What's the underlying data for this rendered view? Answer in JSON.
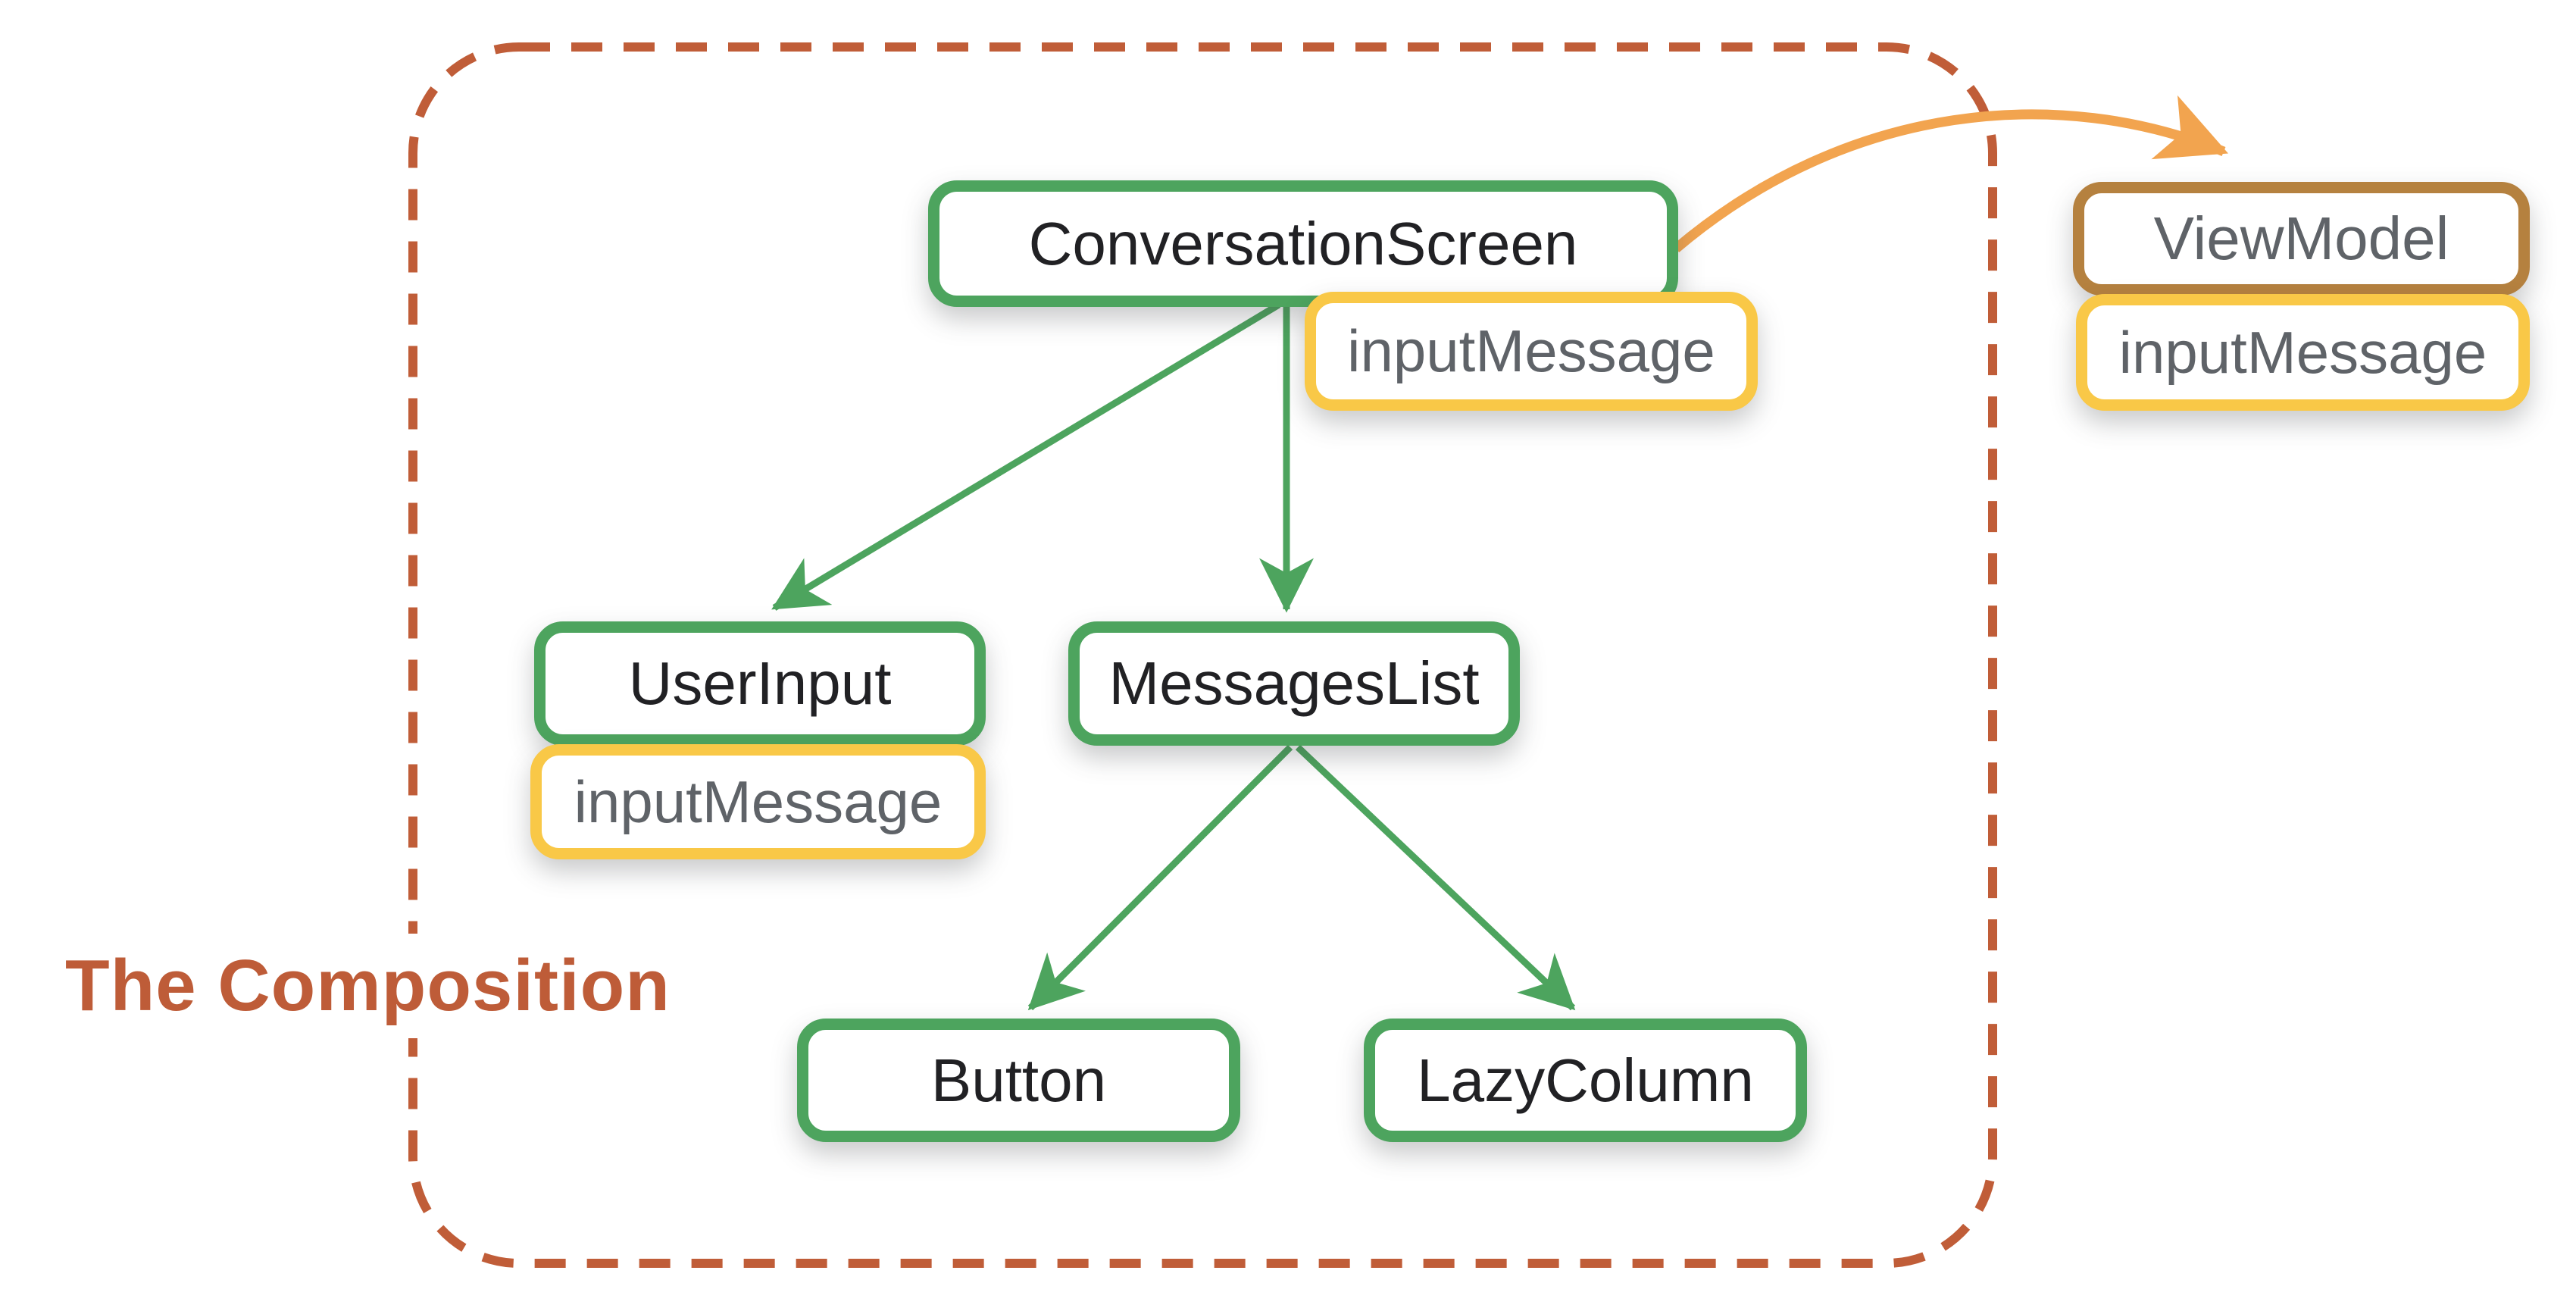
{
  "title": "The Composition",
  "colors": {
    "composable-border": "#4DA45E",
    "state-border": "#F9C847",
    "viewmodel-border": "#B5813F",
    "arrow-green": "#4DA45E",
    "arrow-orange": "#F2A44F",
    "boundary": "#C05D38",
    "label-text": "#BE5C38",
    "node-text": "#212124",
    "state-text": "#5F6368"
  },
  "nodes": {
    "conversationScreen": {
      "label": "ConversationScreen",
      "type": "composable"
    },
    "conversationScreenState": {
      "label": "inputMessage",
      "type": "state"
    },
    "userInput": {
      "label": "UserInput",
      "type": "composable"
    },
    "userInputState": {
      "label": "inputMessage",
      "type": "state"
    },
    "messagesList": {
      "label": "MessagesList",
      "type": "composable"
    },
    "button": {
      "label": "Button",
      "type": "composable"
    },
    "lazyColumn": {
      "label": "LazyColumn",
      "type": "composable"
    },
    "viewModel": {
      "label": "ViewModel",
      "type": "viewmodel"
    },
    "viewModelState": {
      "label": "inputMessage",
      "type": "state"
    }
  },
  "edges": [
    {
      "from": "conversationScreen",
      "to": "userInput",
      "style": "green-arrow"
    },
    {
      "from": "conversationScreen",
      "to": "messagesList",
      "style": "green-arrow"
    },
    {
      "from": "messagesList",
      "to": "button",
      "style": "green-arrow"
    },
    {
      "from": "messagesList",
      "to": "lazyColumn",
      "style": "green-arrow"
    },
    {
      "from": "conversationScreen",
      "to": "viewModel",
      "style": "orange-curved-arrow"
    }
  ],
  "boundary": {
    "label": "The Composition",
    "style": "dashed-rounded-rect"
  }
}
